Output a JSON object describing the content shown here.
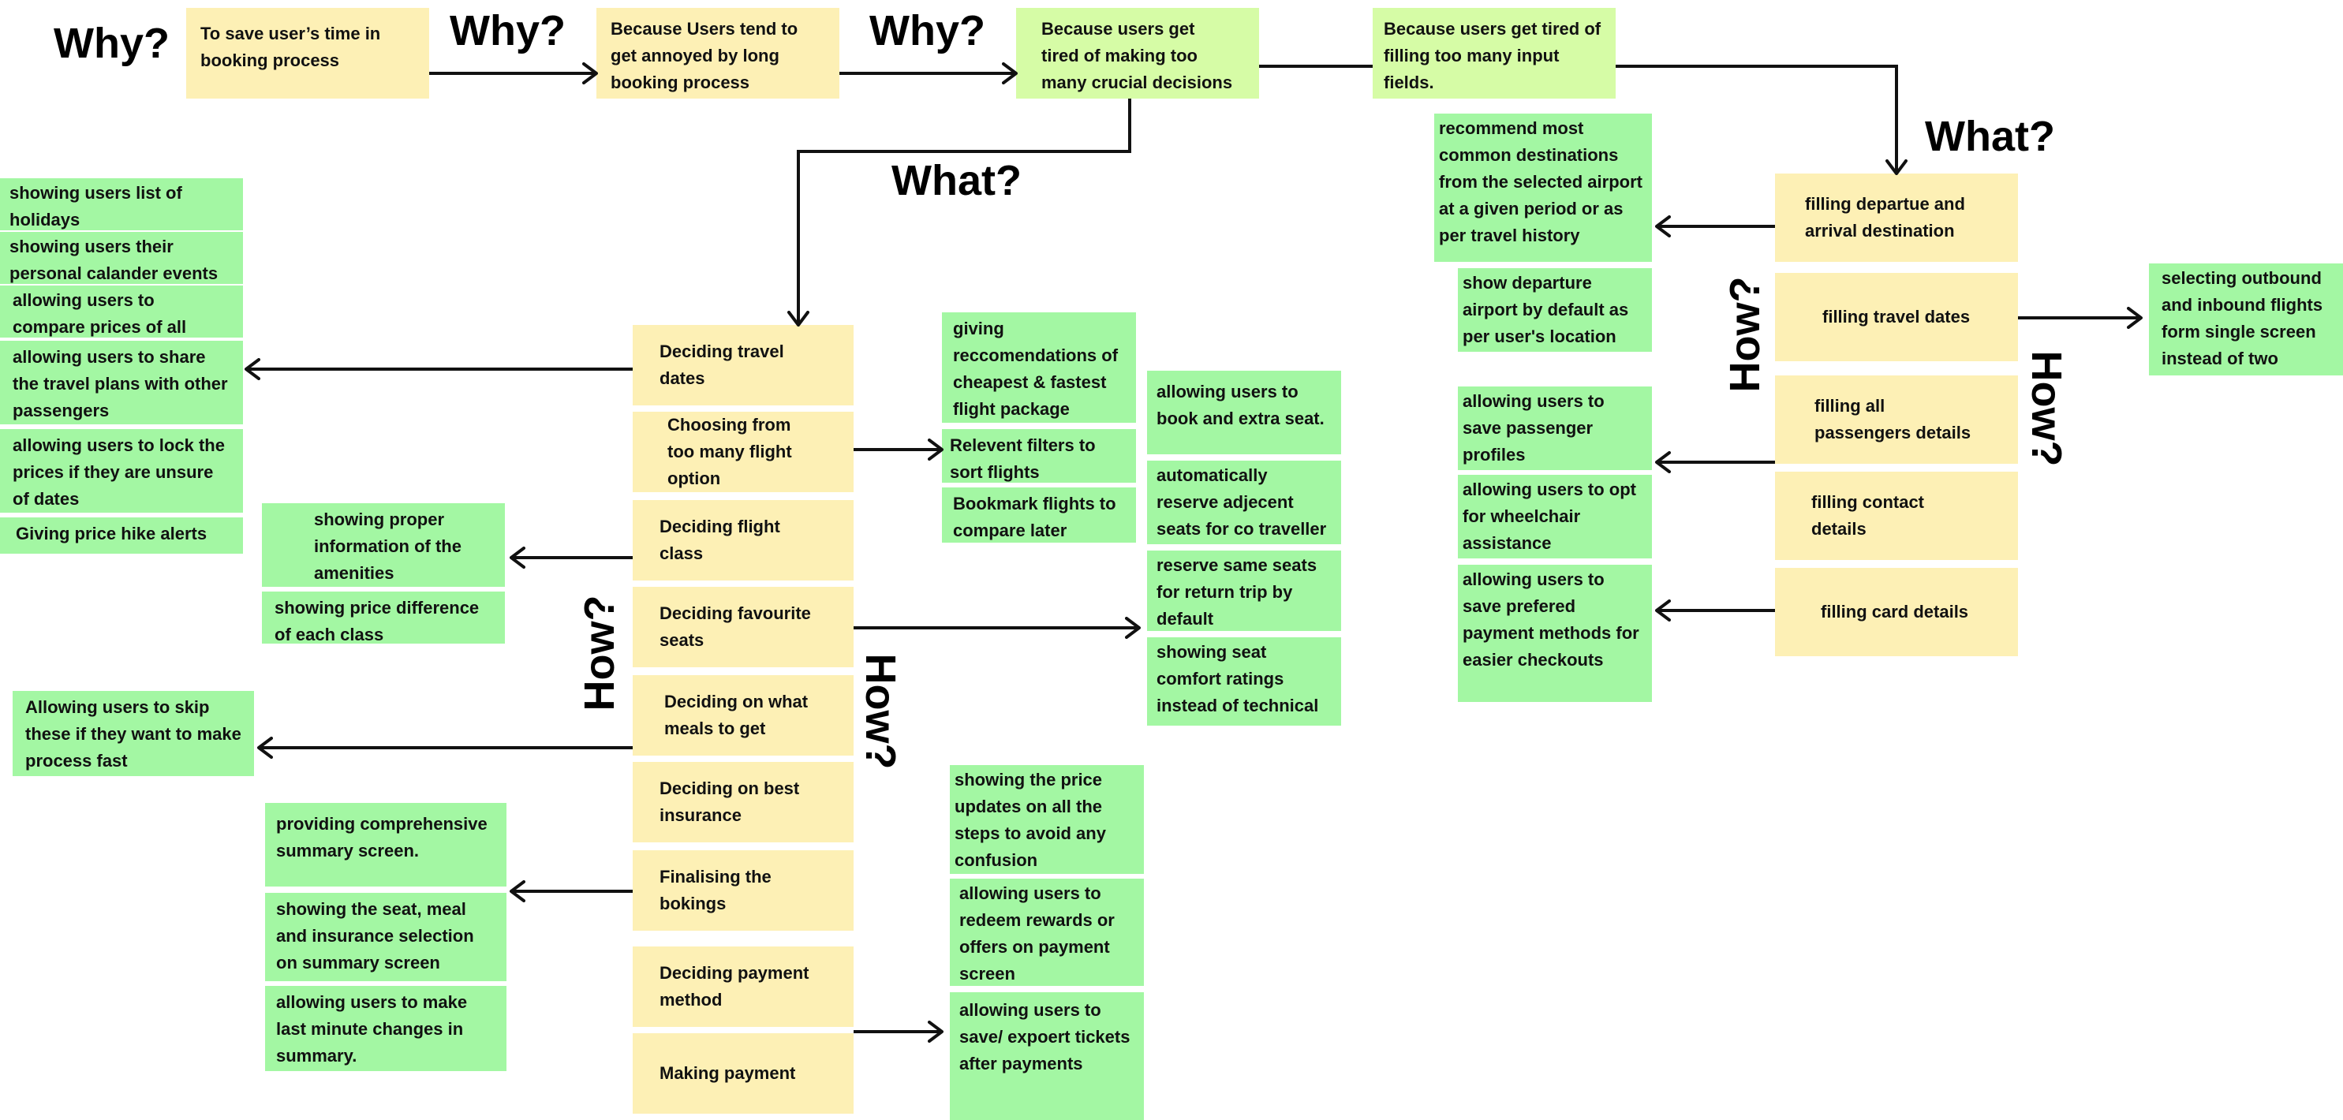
{
  "colors": {
    "yellow_note": "#fdf0b5",
    "green_note": "#a3f7a3",
    "lime_note": "#d6fca6",
    "connector": "#111111"
  },
  "headings": {
    "why_1": "Why?",
    "why_2": "Why?",
    "why_3": "Why?",
    "what_main": "What?",
    "what_right": "What?",
    "how_center_left": "How?",
    "how_center_right": "How?",
    "how_right_left": "How?",
    "how_right_right": "How?"
  },
  "why_chain": [
    "To save user’s time in booking process",
    "Because Users tend to get annoyed by long booking process",
    "Because users get tired of making too many crucial decisions",
    "Because users get tired of filling too many input fields."
  ],
  "decisions": [
    "Deciding travel dates",
    "Choosing from too many flight option",
    "Deciding flight class",
    "Deciding favourite seats",
    "Deciding on what meals to get",
    "Deciding on best insurance",
    "Finalising the bokings",
    "Deciding payment method",
    "Making payment"
  ],
  "travel_date_solutions": [
    "showing users list of holidays",
    "showing users their personal  calander events",
    "allowing users to compare prices of all dates.",
    "allowing users to share the travel plans with other passengers",
    "allowing users to lock the prices if they are unsure of dates",
    "Giving price hike  alerts"
  ],
  "flight_class_solutions": [
    "showing proper information of the amenities",
    "showing price difference of each class"
  ],
  "meal_solutions": [
    "Allowing users to skip these if they want to make process fast"
  ],
  "finalising_solutions": [
    "providing comprehensive summary screen.",
    "showing the seat, meal and insurance selection on summary screen",
    "allowing users to make last minute changes in summary."
  ],
  "flight_option_solutions": [
    "giving reccomendations of cheapest & fastest flight package",
    "Relevent filters to sort flights",
    "Bookmark flights to compare later"
  ],
  "seat_solutions": [
    "allowing users to book and extra seat.",
    "automatically reserve adjecent seats for co traveller",
    "reserve same seats for return trip by default",
    "showing seat comfort ratings instead of technical info"
  ],
  "payment_solutions": [
    "showing the price updates on all the steps to avoid any confusion",
    "allowing users to redeem rewards or offers on payment screen",
    "allowing users to save/ expoert  tickets after payments"
  ],
  "inputs": [
    "filling departue and arrival destination",
    "filling travel dates",
    "filling all passengers details",
    "filling contact details",
    "filling card details"
  ],
  "destination_solutions": [
    "recommend most common destinations from the selected airport at a given period or as per travel history",
    "show departure airport by default as per user's location"
  ],
  "passenger_solutions": [
    "allowing users to save passenger profiles",
    "allowing users to opt for wheelchair assistance"
  ],
  "card_solutions": [
    "allowing users to save prefered payment methods for easier checkouts"
  ],
  "travel_dates_solutions": [
    "selecting outbound and inbound flights form single screen instead of two"
  ]
}
